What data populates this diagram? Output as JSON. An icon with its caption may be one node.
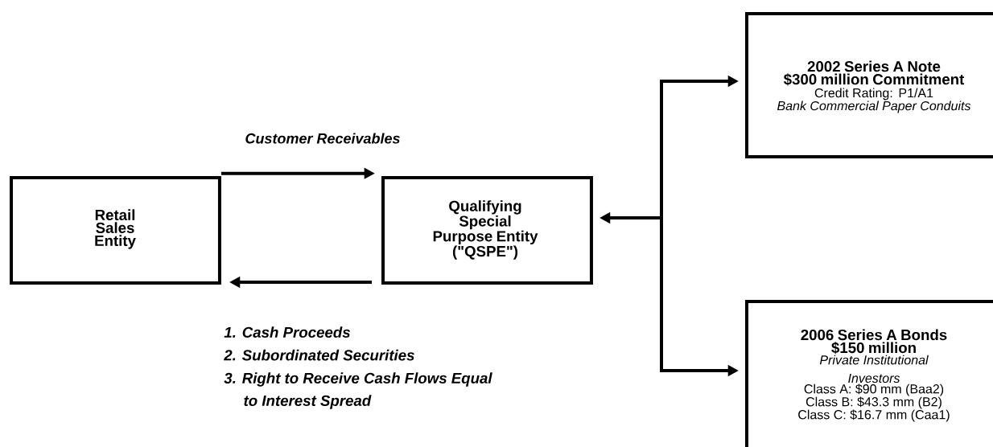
{
  "diagram": {
    "nodes": [
      {
        "text": [
          "Retail Sales Entity"
        ]
      },
      {
        "text": [
          "Qualifying Special Purpose Entity",
          "(\"QSPE\")"
        ]
      },
      {
        "text": [
          "2002 Series A Note",
          "$300 million Commitment",
          "Credit Rating: P1/A1",
          "Bank Commercial Paper Conduits"
        ]
      },
      {
        "text": [
          "2006 Series A Bonds",
          "$150 million",
          "Private Institutional Investors",
          "Class A: $90 mm (Baa2)",
          "Class B: $43.3 mm (B2)",
          "Class C: $16.7 mm (Caa1)"
        ]
      }
    ],
    "edges": [
      {
        "from": 0,
        "to": 1,
        "arrow": "to",
        "label": "Customer Receivables"
      },
      {
        "from": 1,
        "to": 0,
        "arrow": "to"
      },
      {
        "from": 1,
        "to": 2,
        "arrow": "both"
      },
      {
        "from": 1,
        "to": 3,
        "arrow": "both"
      }
    ],
    "labels": [
      "1. Cash Proceeds",
      "2. Subordinated Securities",
      "3. Right to Receive Cash Flows Equal to Interest Spread"
    ]
  }
}
